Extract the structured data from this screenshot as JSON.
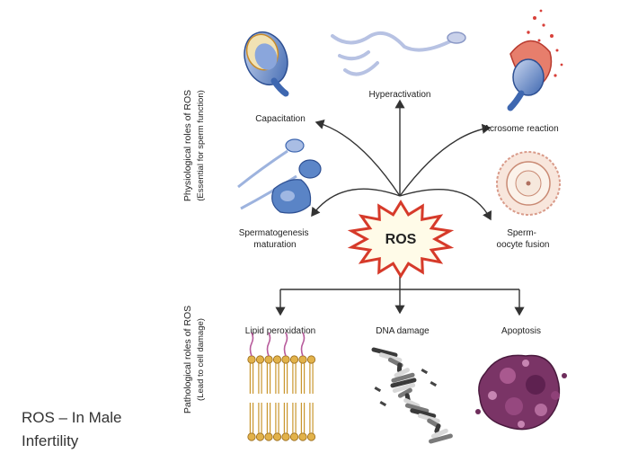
{
  "center_label": "ROS",
  "physiological": {
    "title": "Physiological roles of ROS",
    "subtitle": "(Essential for sperm function)",
    "items": [
      "Capacitation",
      "Hyperactivation",
      "Acrosome reaction",
      "Spermatogenesis maturation",
      "Sperm-oocyte fusion"
    ]
  },
  "pathological": {
    "title": "Pathological roles of ROS",
    "subtitle": "(Lead to cell damage)",
    "items": [
      "Lipid peroxidation",
      "DNA damage",
      "Apoptosis"
    ]
  },
  "caption": {
    "line1": "ROS –  In Male",
    "line2": "Infertility"
  },
  "colors": {
    "sperm_blue": "#4f7fc4",
    "lipid_gold": "#e2b24a",
    "apoptosis_purple": "#6e2d5c",
    "acrosome_red": "#d8403a"
  }
}
